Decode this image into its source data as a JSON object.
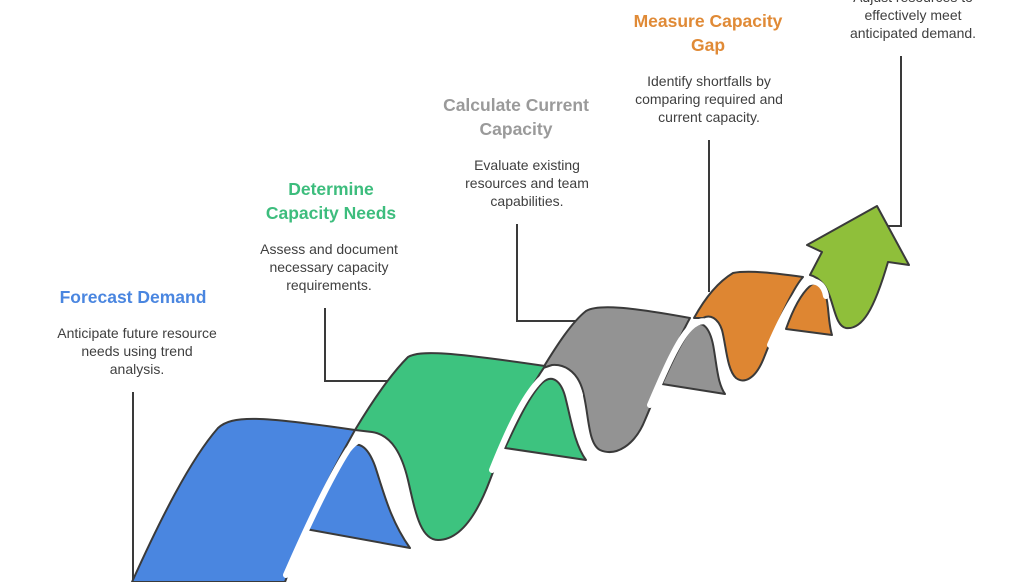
{
  "colors": {
    "blue": "#4a86e0",
    "green": "#3dc37f",
    "gray": "#939393",
    "orange": "#de8632",
    "lime": "#8fbf3a",
    "outline": "#3a3a3a",
    "connector": "#3a3a3a"
  },
  "steps": [
    {
      "title": "Forecast Demand",
      "description": "Anticipate future resource needs using trend analysis.",
      "color_key": "blue"
    },
    {
      "title": "Determine Capacity Needs",
      "description": "Assess and document necessary capacity requirements.",
      "color_key": "green"
    },
    {
      "title": "Calculate Current Capacity",
      "description": "Evaluate existing resources and team capabilities.",
      "color_key": "gray"
    },
    {
      "title": "Measure Capacity Gap",
      "description": "Identify shortfalls by comparing required and current capacity.",
      "color_key": "orange"
    },
    {
      "title": "",
      "description": "Adjust resources to effectively meet anticipated demand.",
      "color_key": "lime"
    }
  ]
}
